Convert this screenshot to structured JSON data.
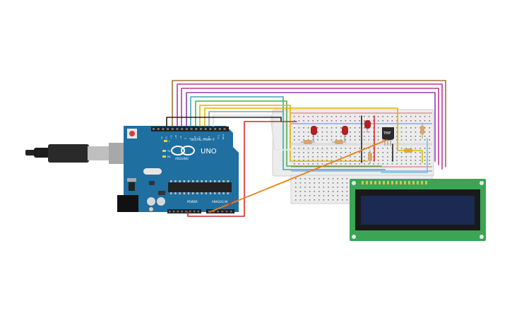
{
  "arduino": {
    "brand": "ARDUINO",
    "model": "UNO",
    "digital_header_label": "DIGITAL (PWM~)",
    "power_label": "POWER",
    "analog_label": "ANALOG IN",
    "tx_label": "TX",
    "rx_label": "RX",
    "led_l_label": "L",
    "pin_numbers": [
      "13",
      "12",
      "~11",
      "~10",
      "~9",
      "8",
      "7",
      "~6",
      "~5",
      "4",
      "~3",
      "2",
      "TX 1",
      "RX 0"
    ],
    "board_color": "#1f6fa1",
    "accent_color": "#2a8fc4"
  },
  "sensor": {
    "label": "TMP"
  },
  "lcd": {
    "pcb_color": "#3aa655",
    "screen_color": "#1a2a52"
  },
  "wire_colors": {
    "brown": "#a0703a",
    "magenta": "#c0379a",
    "purple": "#8b3fb0",
    "teal": "#3aa7b5",
    "green": "#4caf50",
    "yellow": "#e0b400",
    "orange": "#e8801a",
    "gray": "#9a9a9a",
    "white": "#f2f2f2",
    "red": "#d12a2a",
    "black": "#222222",
    "lightblue": "#6fc3e6"
  }
}
